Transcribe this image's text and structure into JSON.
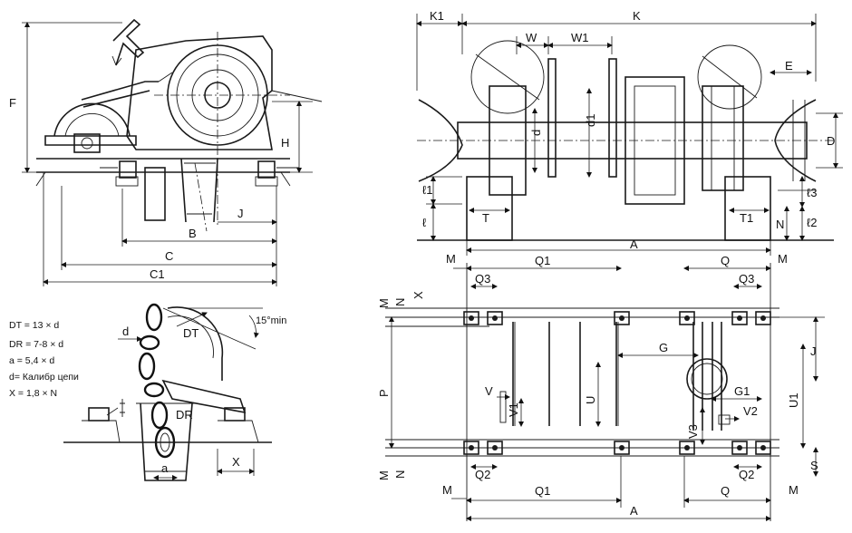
{
  "side_view": {
    "labels": {
      "F": "F",
      "H": "H",
      "B": "B",
      "J": "J",
      "C": "C",
      "C1": "C1"
    }
  },
  "chain_detail": {
    "formulas": [
      "DT = 13 × d",
      "DR = 7-8 × d",
      "a = 5,4 × d",
      "d= Калибр цепи",
      "X = 1,8 × N"
    ],
    "labels": {
      "d": "d",
      "DT": "DT",
      "DR": "DR",
      "a": "a",
      "X": "X",
      "angle": "15°min"
    }
  },
  "front_view": {
    "labels": {
      "K1": "K1",
      "K": "K",
      "W": "W",
      "W1": "W1",
      "E": "E",
      "D": "D",
      "d": "d",
      "d1": "d1",
      "l1": "ℓ1",
      "l": "ℓ",
      "T": "T",
      "T1": "T1",
      "N": "N",
      "l2": "ℓ2",
      "l3": "ℓ3",
      "A": "A"
    }
  },
  "plan_view": {
    "labels": {
      "M_tl": "M",
      "Q1_top": "Q1",
      "Q_top": "Q",
      "M_tr": "M",
      "Q3_l": "Q3",
      "Q3_r": "Q3",
      "X": "X",
      "N_l": "N",
      "M_l": "M",
      "P": "P",
      "G": "G",
      "U": "U",
      "U1": "U1",
      "V": "V",
      "V1": "V1",
      "G1": "G1",
      "V2": "V2",
      "V3": "V3",
      "J": "J",
      "S": "S",
      "M_bl": "M",
      "N_bl": "N",
      "Q2_l": "Q2",
      "Q2_r": "Q2",
      "M_b": "M",
      "Q1_bot": "Q1",
      "Q_bot": "Q",
      "M_br": "M",
      "A_bot": "A"
    }
  }
}
